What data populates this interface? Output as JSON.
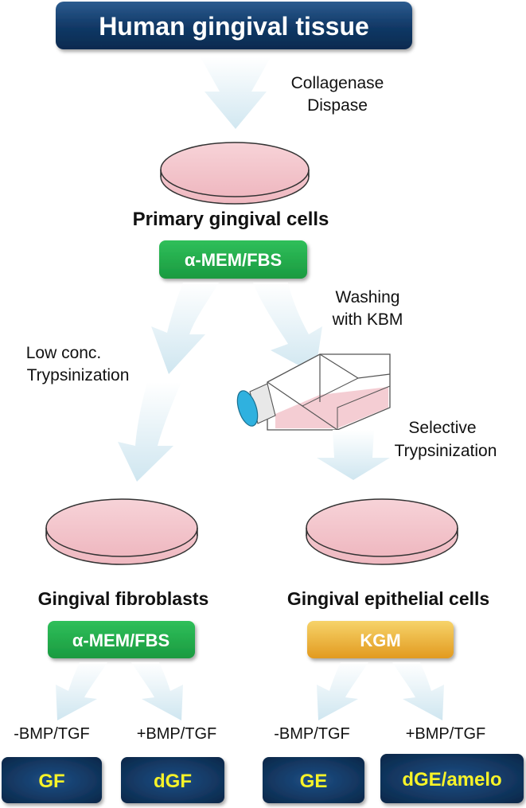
{
  "title": "Human gingival tissue",
  "enzymes": [
    "Collagenase",
    "Dispase"
  ],
  "primary_label": "Primary gingival cells",
  "medium_primary": "α-MEM/FBS",
  "washing": [
    "Washing",
    "with KBM"
  ],
  "low_conc": [
    "Low conc.",
    "Trypsinization"
  ],
  "selective": [
    "Selective",
    "Trypsinization"
  ],
  "fibroblast_label": "Gingival fibroblasts",
  "epithelial_label": "Gingival epithelial cells",
  "medium_fibroblast": "α-MEM/FBS",
  "medium_epithelial": "KGM",
  "conditions": {
    "minus_1": "-BMP/TGF",
    "plus_1": "+BMP/TGF",
    "minus_2": "-BMP/TGF",
    "plus_2": "+BMP/TGF"
  },
  "outcomes": {
    "gf": "GF",
    "dgf": "dGF",
    "ge": "GE",
    "dge": "dGE/amelo"
  },
  "colors": {
    "navy_box": "#0d3361",
    "green_box": "#1fa846",
    "gold_box": "#e7ad2c",
    "arrow": "#d3e9f2",
    "dish_fill": "#f2c4cb",
    "outcome_text": "#f7f328",
    "flask_cap": "#2fb1df"
  }
}
